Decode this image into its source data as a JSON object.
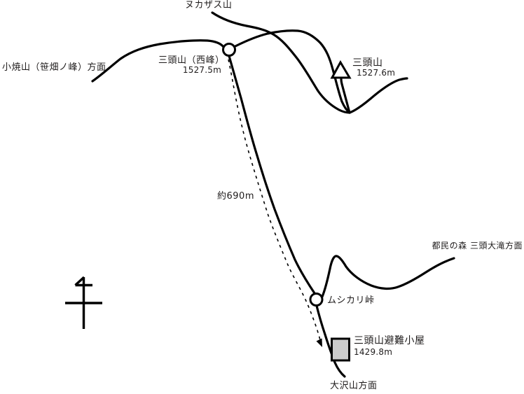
{
  "map": {
    "title_context": "三頭山 trail sketch map",
    "labels": {
      "nukazasu": "ヌカザス山",
      "koyakiyama_direction": "小焼山（笹畑ノ峰）方面",
      "west_peak_name": "三頭山（西峰）",
      "west_peak_elevation": "1527.5m",
      "main_peak_name": "三頭山",
      "main_peak_elevation": "1527.6m",
      "distance": "約690m",
      "tomin_no_mori_direction": "都民の森 三頭大滝方面",
      "mushikari_pass": "ムシカリ峠",
      "hut_name": "三頭山避難小屋",
      "hut_elevation": "1429.8m",
      "osawayama_direction": "大沢山方面"
    },
    "colors": {
      "background": "#ffffff",
      "line": "#000000",
      "text": "#1e1b1b",
      "hut_fill": "#cccccc"
    },
    "symbols": {
      "summit_marker": "white triangle (summit-triangle-icon)",
      "junction_marker": "white circle (junction-circle-icon)",
      "hut_marker": "gray square (hut-square-icon)",
      "north_marker": "north-arrow-icon",
      "route_marker": "dashed line with arrowhead"
    }
  }
}
